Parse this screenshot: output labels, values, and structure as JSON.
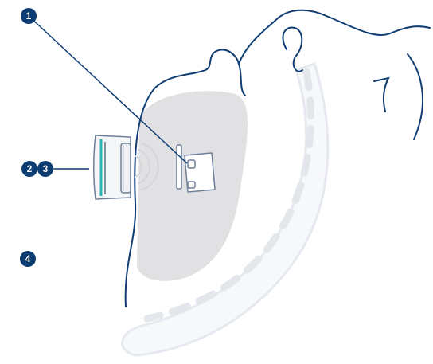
{
  "callouts": [
    {
      "id": "1",
      "label": "1"
    },
    {
      "id": "2",
      "label": "2"
    },
    {
      "id": "3",
      "label": "3"
    },
    {
      "id": "4",
      "label": "4"
    }
  ],
  "colors": {
    "accent_navy": "#0b3c72",
    "accent_teal": "#2bb5b3",
    "skin_outline": "#0f3d73",
    "stomach_fill": "#e1e1e3",
    "bone_outline": "#e6e9ef",
    "device_outline": "#6e7f99"
  }
}
